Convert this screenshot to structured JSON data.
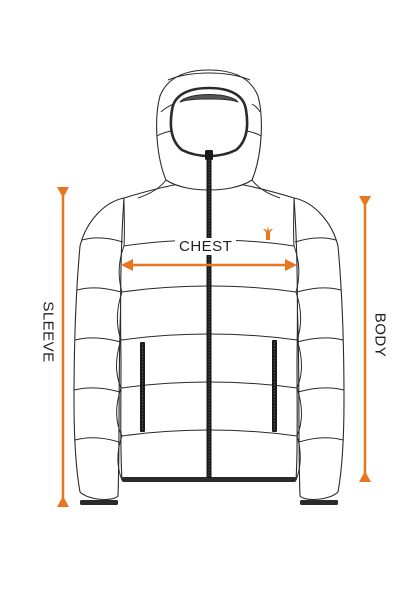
{
  "measurements": {
    "chest": "CHEST",
    "sleeve": "SLEEVE",
    "body": "BODY"
  },
  "colors": {
    "accent": "#E8751F",
    "outline": "#2a2a2a",
    "zipper": "#1a1a1a",
    "background": "#ffffff"
  },
  "icons": {
    "logo": "stag-icon"
  }
}
